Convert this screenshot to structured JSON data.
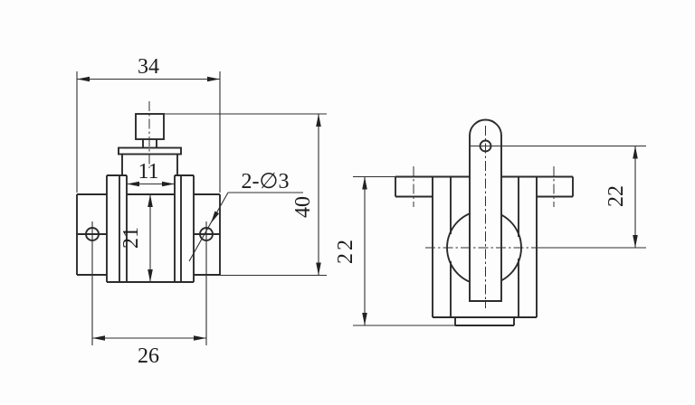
{
  "drawing": {
    "type": "engineering-drawing-two-views",
    "background_color": "#fdfdfd",
    "line_color": "#2b2b2b",
    "front_view": {
      "dim_overall_width": "34",
      "dim_overall_height": "40",
      "dim_hole_spacing": "26",
      "dim_slot_width": "11",
      "dim_slot_height": "21",
      "hole_callout": "2-∅3"
    },
    "side_view": {
      "dim_body_height": "22",
      "dim_pivot_to_center": "22"
    }
  }
}
